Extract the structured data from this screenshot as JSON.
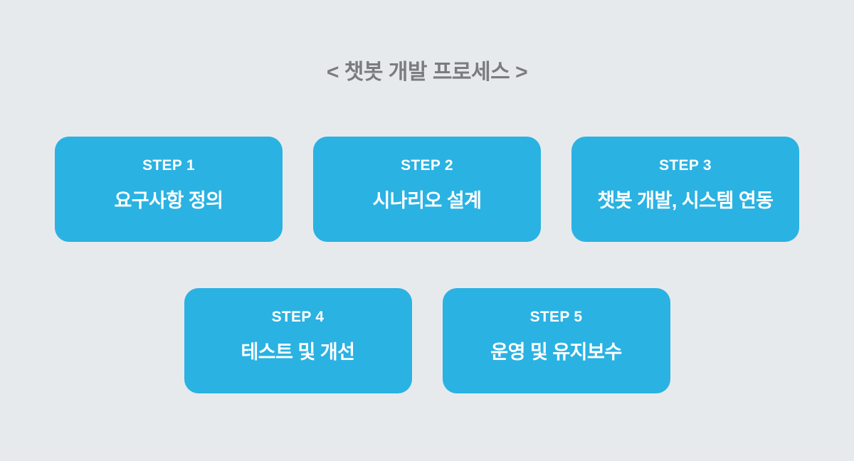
{
  "title": "< 챗봇 개발 프로세스 >",
  "colors": {
    "background": "#E7EAED",
    "card": "#2AB2E3",
    "card_text": "#FFFFFF",
    "title_text": "#7A7C7F"
  },
  "steps": [
    {
      "label": "STEP 1",
      "name": "요구사항 정의"
    },
    {
      "label": "STEP 2",
      "name": "시나리오 설계"
    },
    {
      "label": "STEP 3",
      "name": "챗봇 개발, 시스템 연동"
    },
    {
      "label": "STEP 4",
      "name": "테스트 및 개선"
    },
    {
      "label": "STEP 5",
      "name": "운영 및 유지보수"
    }
  ]
}
